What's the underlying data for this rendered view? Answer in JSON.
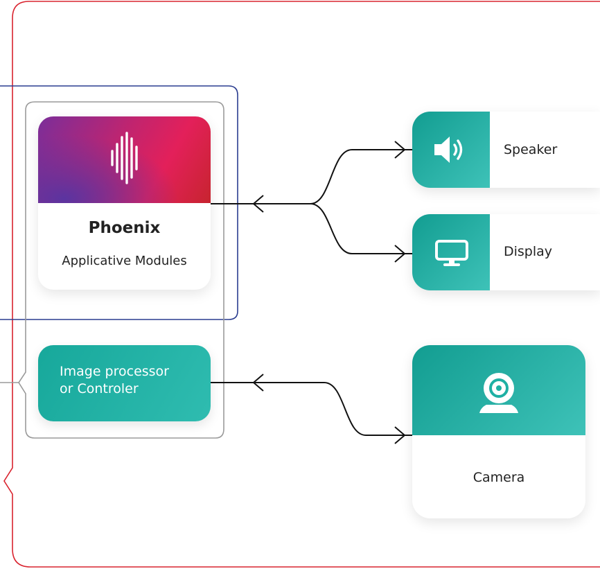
{
  "diagram": {
    "phoenix": {
      "title": "Phoenix",
      "subtitle": "Applicative Modules",
      "icon": "soundwave-icon"
    },
    "image_processor": {
      "line1": "Image processor",
      "line2": "or Controler"
    },
    "devices": [
      {
        "label": "Speaker",
        "icon": "speaker-icon"
      },
      {
        "label": "Display",
        "icon": "monitor-icon"
      },
      {
        "label": "Camera",
        "icon": "webcam-icon"
      }
    ],
    "colors": {
      "outer_border": "#d9232e",
      "module_border": "#2a3c8f",
      "group_border": "#9a9a9a",
      "teal": "#1fb0a4",
      "gradient_start": "#7a2e9a",
      "gradient_end": "#e3205a"
    }
  }
}
